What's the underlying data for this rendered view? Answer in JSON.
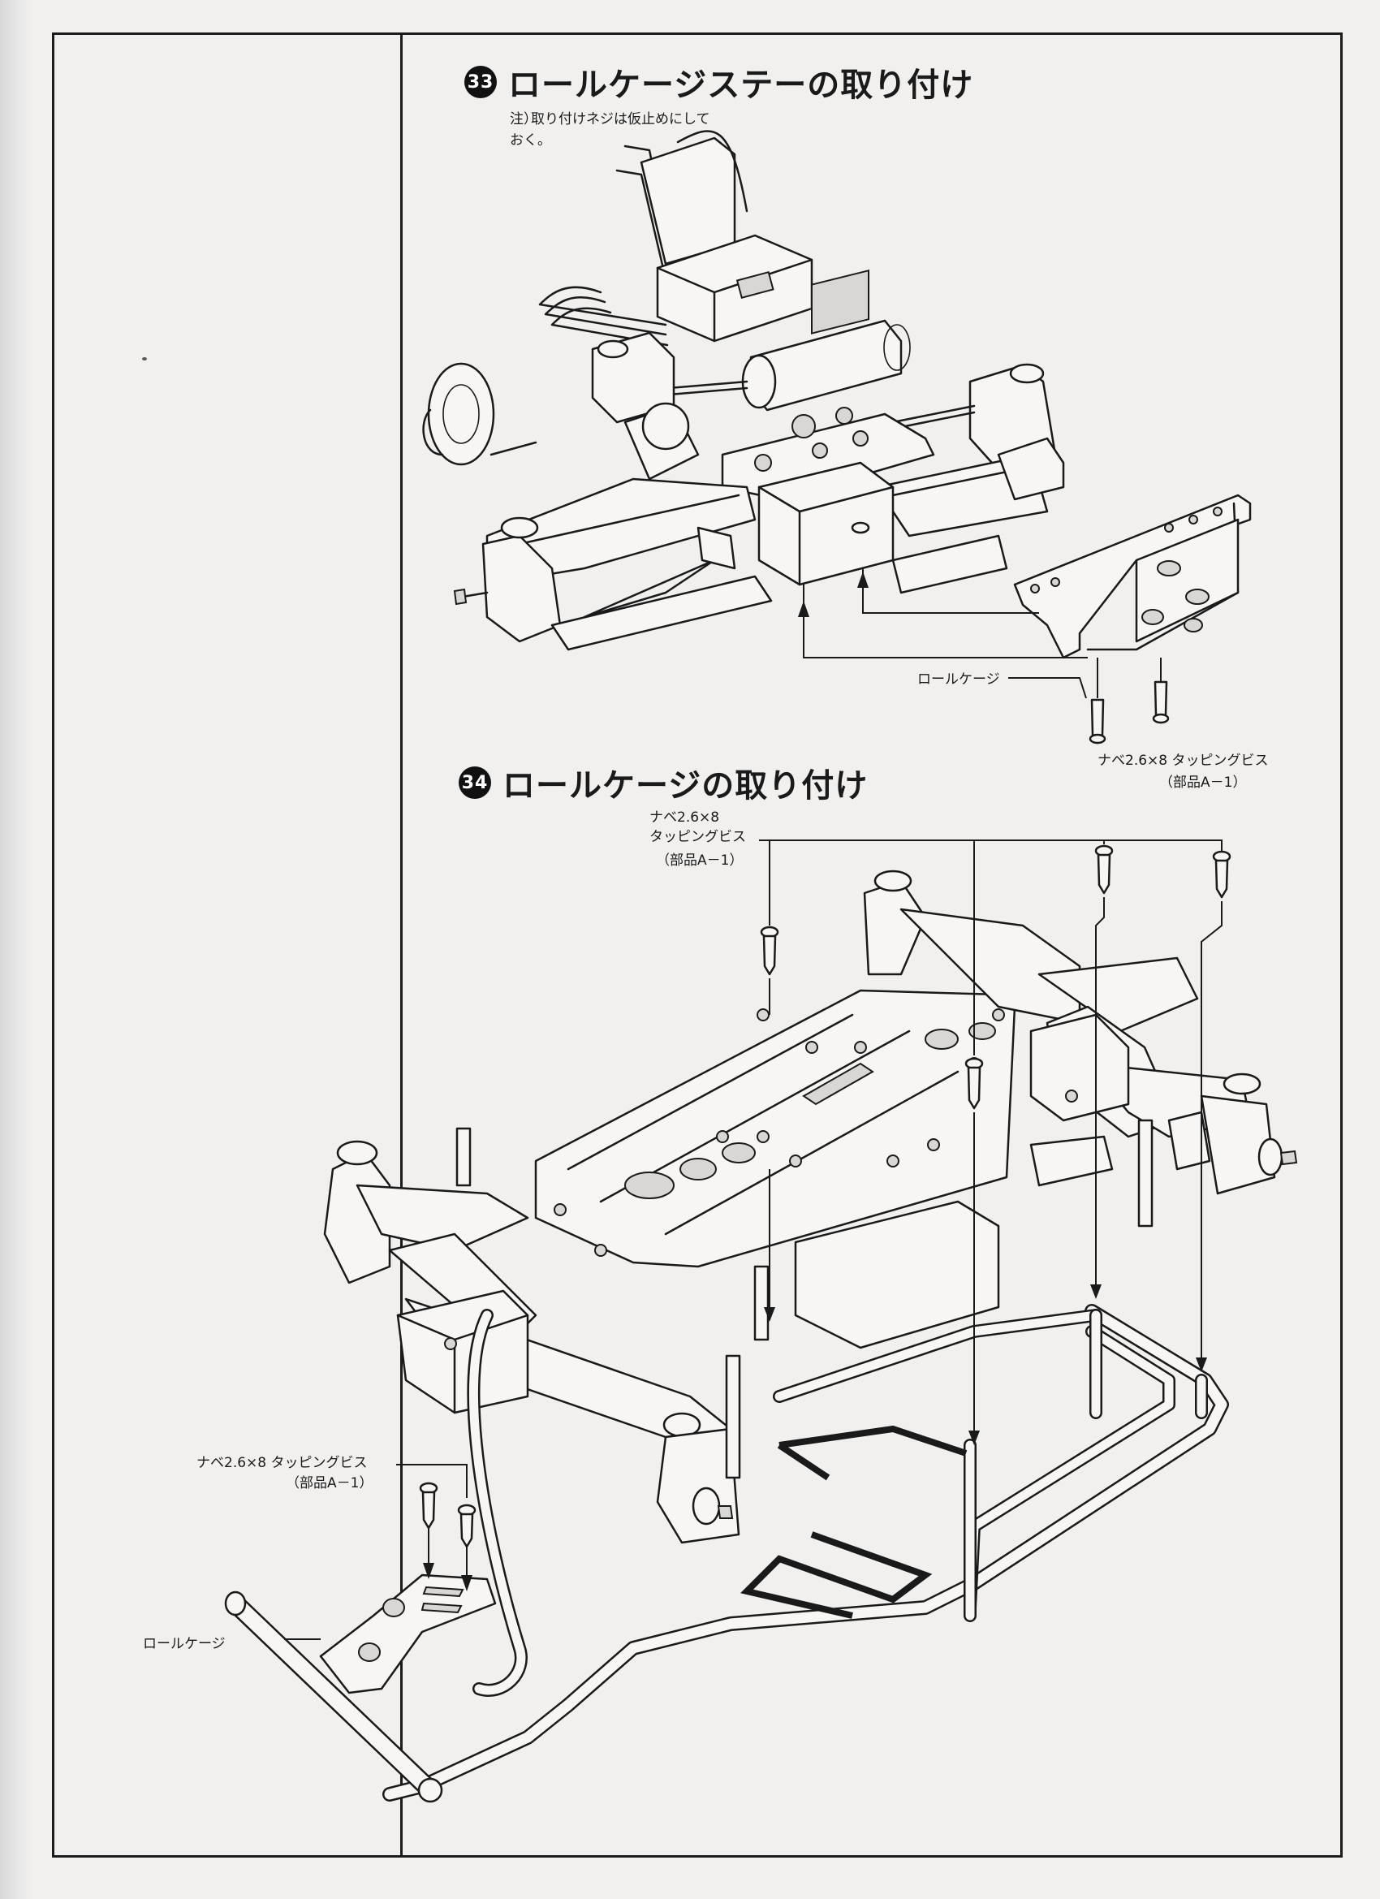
{
  "step33": {
    "number": "33",
    "title": "ロールケージステーの取り付け",
    "note_prefix": "注）",
    "note_text": "取り付けネジは仮止めにして\nおく。",
    "labels": {
      "roll_cage": "ロールケージ",
      "screw": "ナベ2.6×8 タッピングビス",
      "part": "（部品A－1）"
    }
  },
  "step34": {
    "number": "34",
    "title": "ロールケージの取り付け",
    "labels": {
      "top_screw": "ナベ2.6×8\nタッピングビス",
      "top_part": "（部品A－1）",
      "bottom_screw": "ナベ2.6×8 タッピングビス",
      "bottom_part": "（部品A－1）",
      "roll_cage": "ロールケージ"
    }
  }
}
